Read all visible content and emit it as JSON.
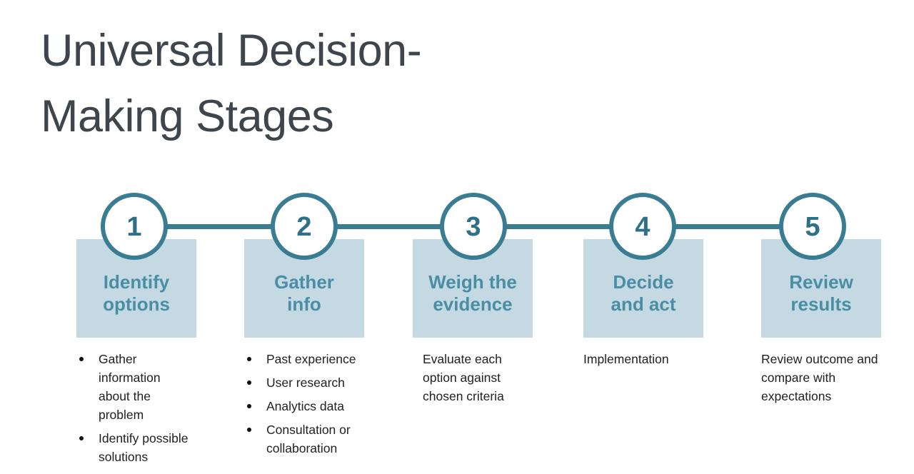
{
  "title": {
    "lines": [
      "Universal Decision-",
      "Making Stages"
    ]
  },
  "colors": {
    "teal": "#3a7d93",
    "teal_dark": "#2f7089",
    "label_teal": "#4a8ea6",
    "box_fill": "#c4d9e1",
    "title_text": "#3f454c",
    "body_text": "#212121"
  },
  "stages": [
    {
      "number": "1",
      "label_lines": [
        "Identify",
        "options"
      ],
      "bullets": [
        [
          "Gather",
          "information",
          "about the",
          "problem"
        ],
        [
          "Identify possible",
          "solutions"
        ]
      ]
    },
    {
      "number": "2",
      "label_lines": [
        "Gather",
        "info"
      ],
      "bullets": [
        [
          "Past experience"
        ],
        [
          "User research"
        ],
        [
          "Analytics data"
        ],
        [
          "Consultation or",
          "collaboration"
        ]
      ]
    },
    {
      "number": "3",
      "label_lines": [
        "Weigh the",
        "evidence"
      ],
      "note_lines": [
        "Evaluate each",
        "option against",
        "chosen criteria"
      ]
    },
    {
      "number": "4",
      "label_lines": [
        "Decide",
        "and act"
      ],
      "note_lines": [
        "Implementation"
      ]
    },
    {
      "number": "5",
      "label_lines": [
        "Review",
        "results"
      ],
      "note_lines": [
        "Review outcome and",
        "compare with",
        "expectations"
      ]
    }
  ]
}
